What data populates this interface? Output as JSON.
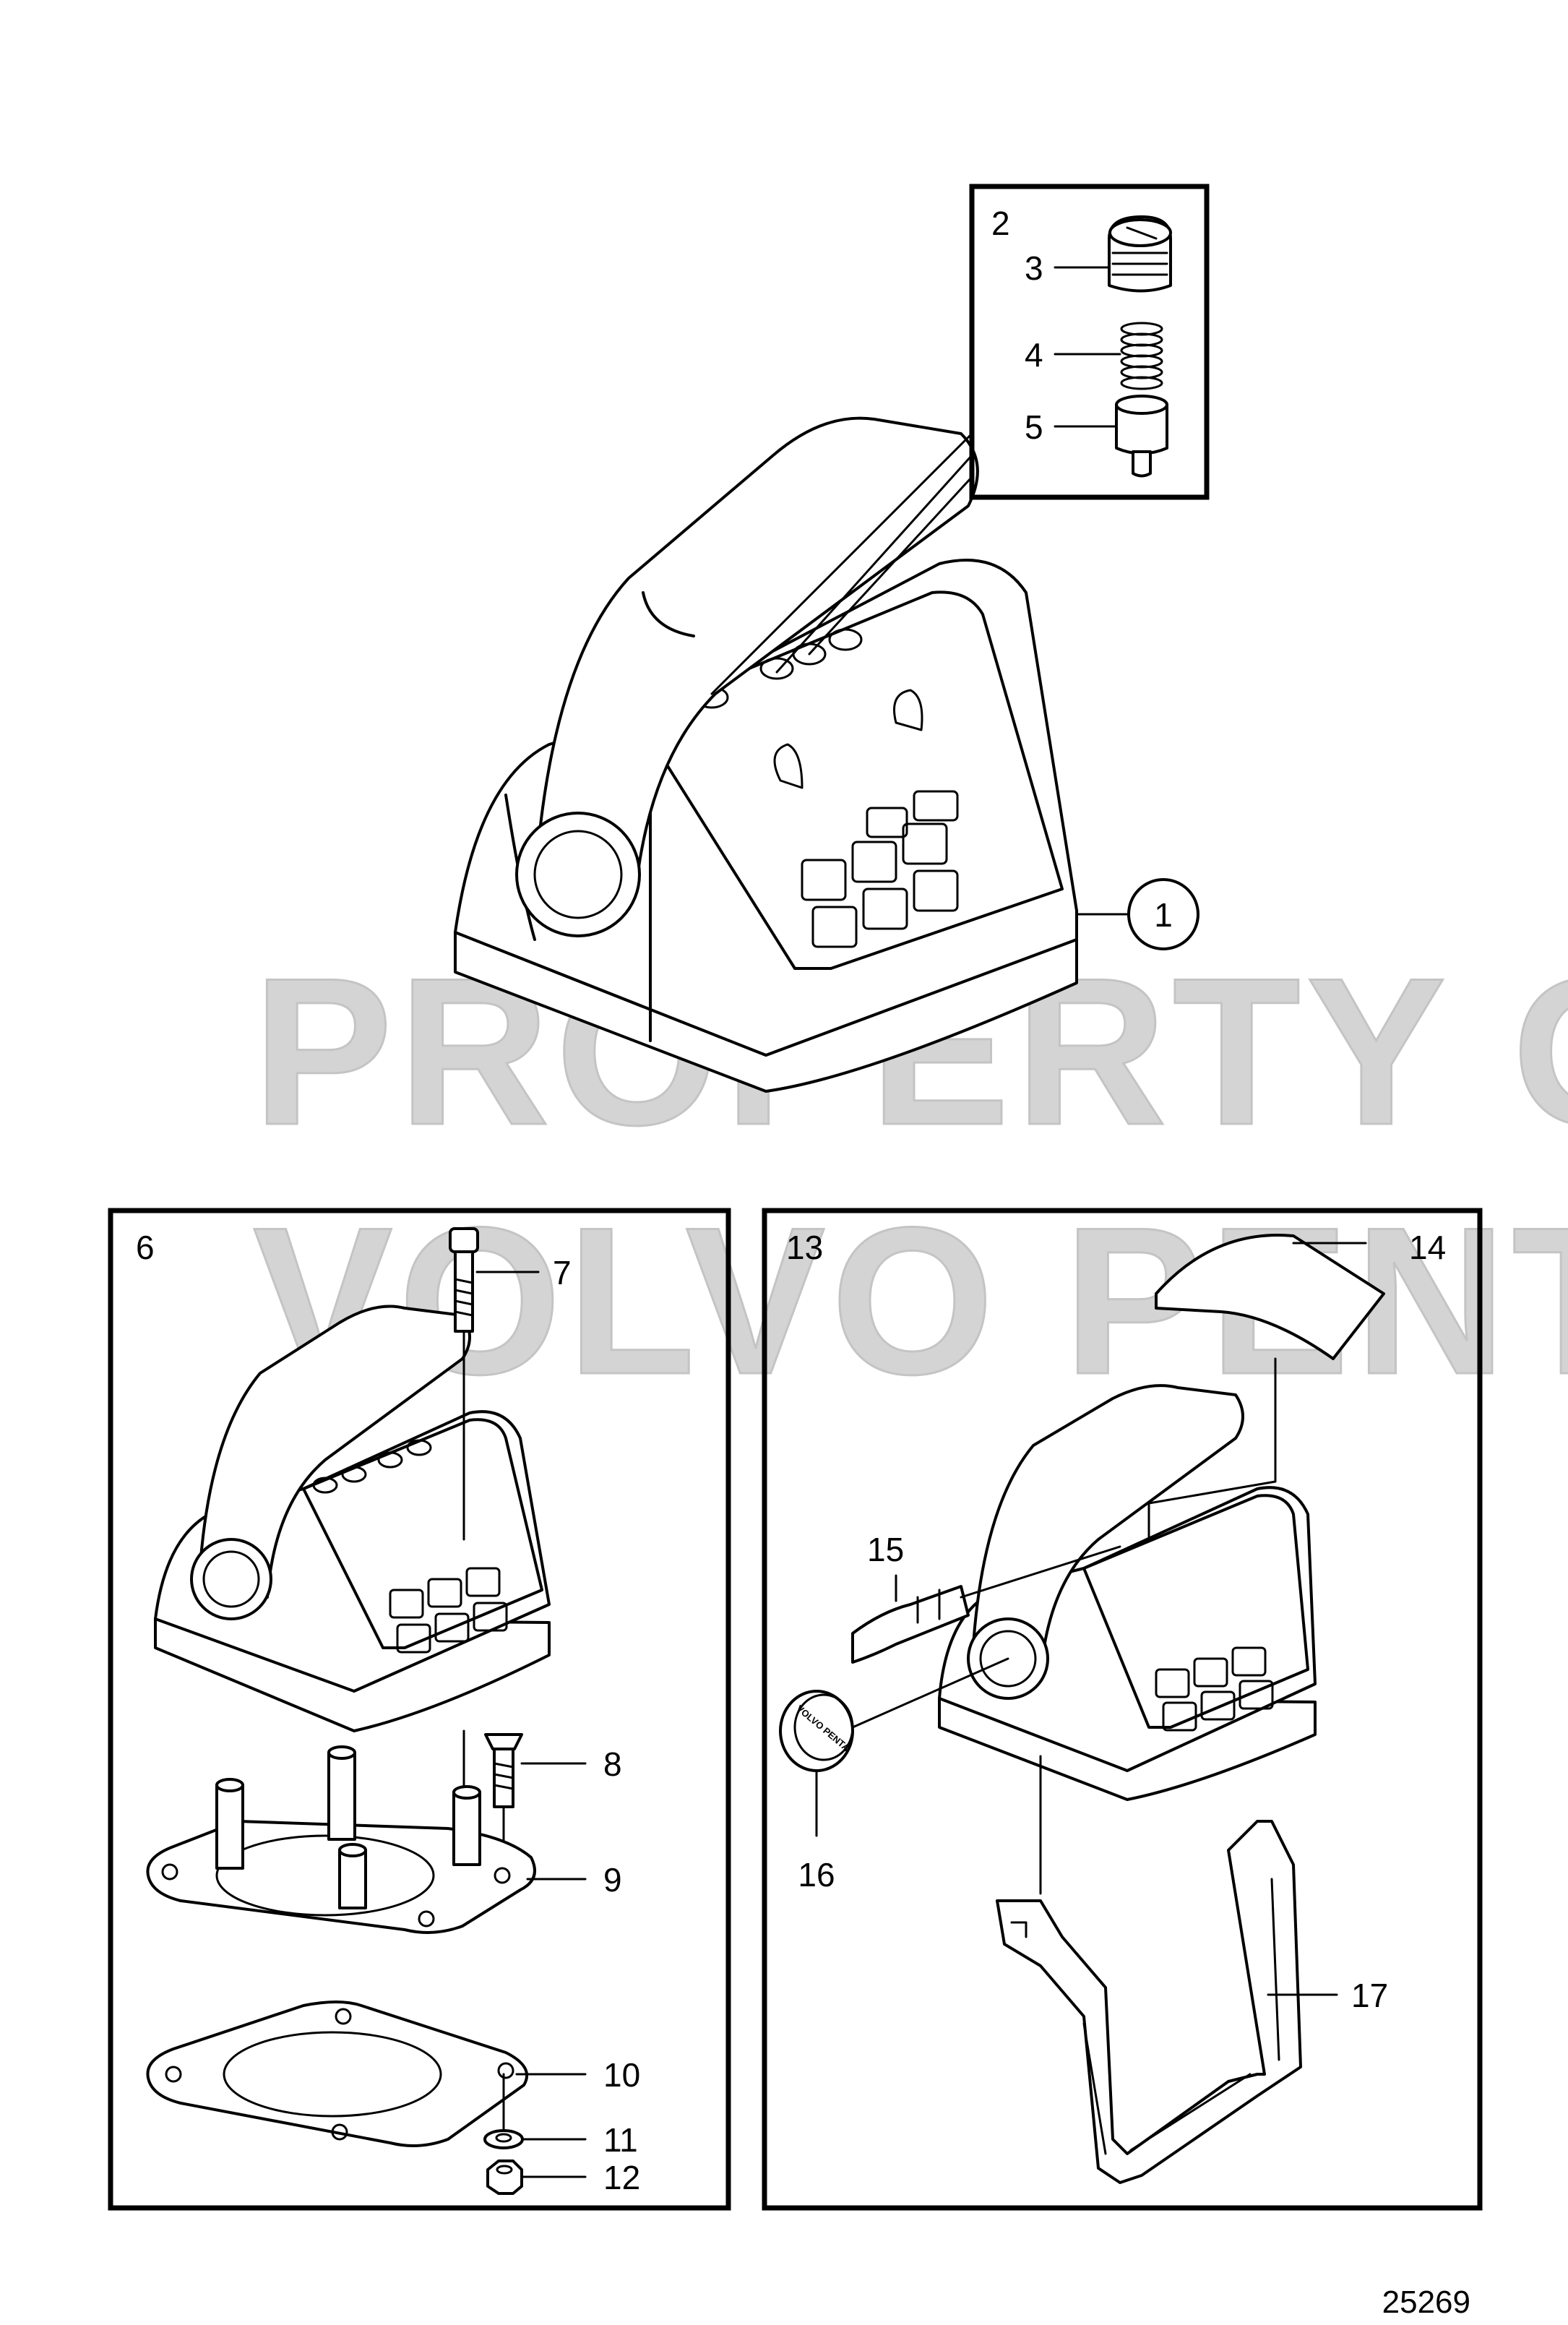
{
  "watermark": {
    "line1": "PROPERTY OF",
    "line2": "VOLVO PENTA"
  },
  "figure_number": "25269",
  "callouts": {
    "c1": "1",
    "c2": "2",
    "c3": "3",
    "c4": "4",
    "c5": "5",
    "c6": "6",
    "c7": "7",
    "c8": "8",
    "c9": "9",
    "c10": "10",
    "c11": "11",
    "c12": "12",
    "c13": "13",
    "c14": "14",
    "c15": "15",
    "c16": "16",
    "c17": "17"
  },
  "cap_logo_text": "VOLVO PENTA"
}
